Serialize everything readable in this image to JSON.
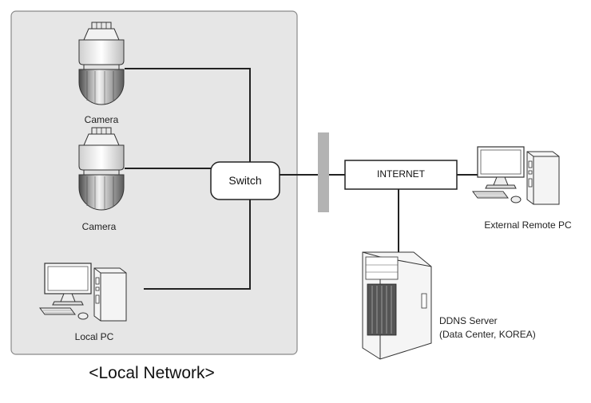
{
  "labels": {
    "camera_top": "Camera",
    "camera_bottom": "Camera",
    "local_pc": "Local PC",
    "switch": "Switch",
    "internet": "INTERNET",
    "external_pc": "External Remote PC",
    "ddns_line1": "DDNS Server",
    "ddns_line2": "(Data Center, KOREA)",
    "local_network": "<Local Network>"
  },
  "colors": {
    "panel_fill": "#e6e6e6",
    "panel_border": "#8a8a8a",
    "line": "#222222",
    "firewall": "#b3b3b3"
  },
  "icons": [
    "dome-camera-icon",
    "desktop-pc-icon",
    "tower-server-icon"
  ]
}
